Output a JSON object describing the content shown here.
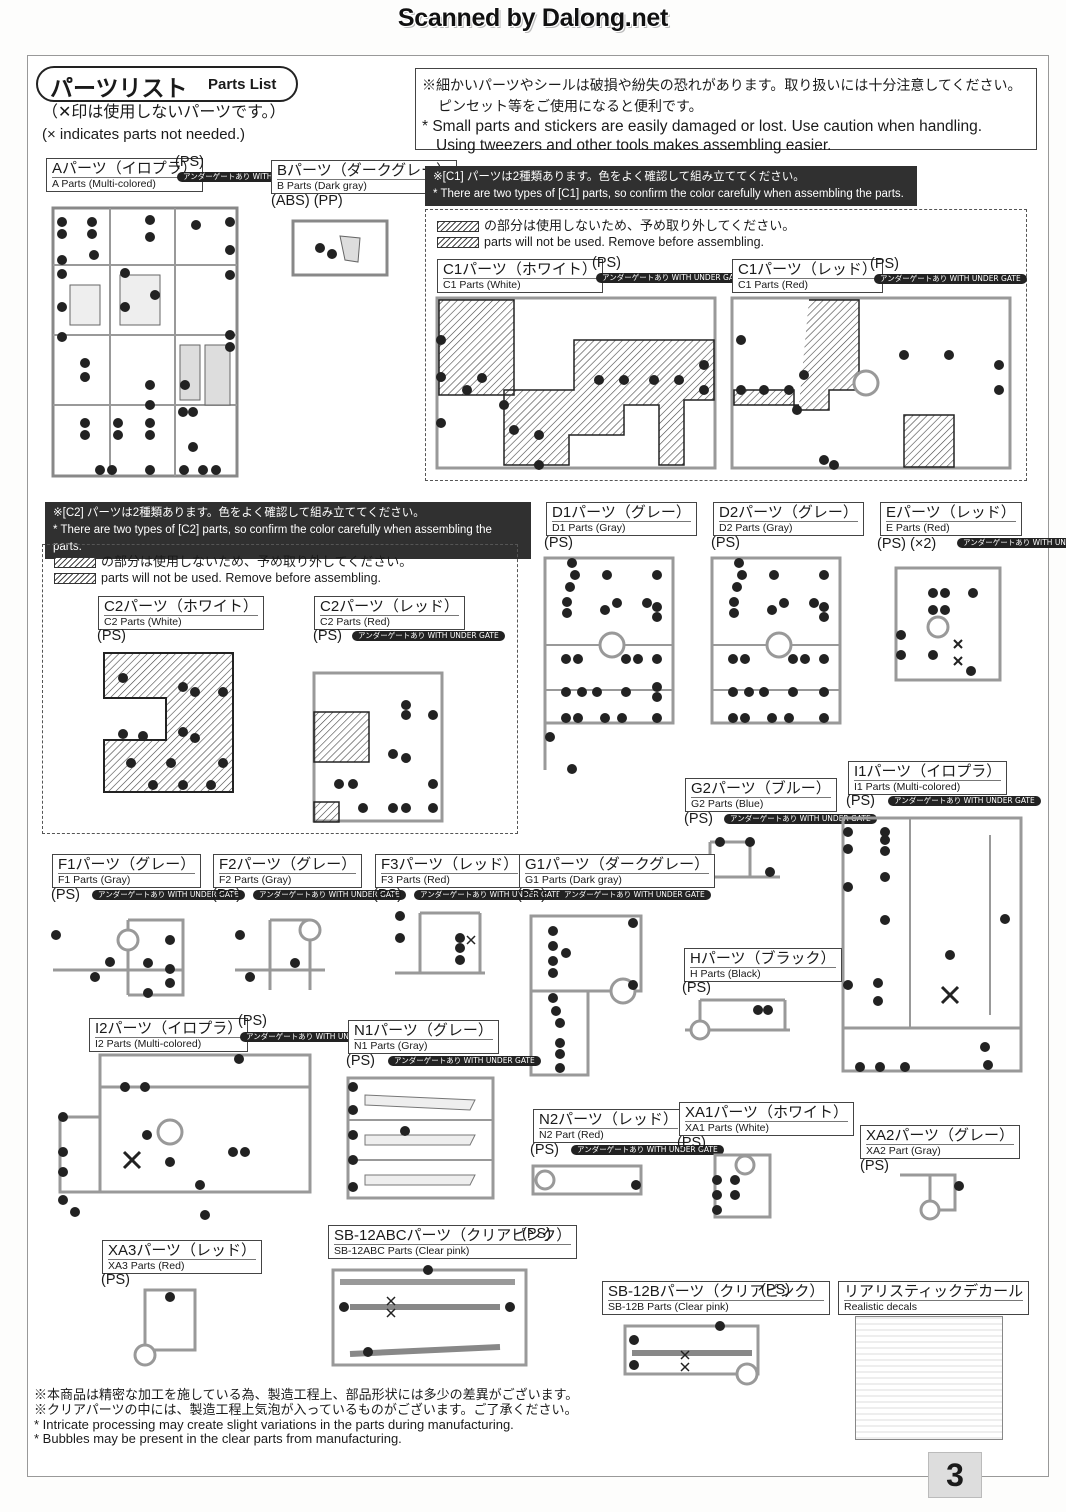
{
  "watermark": "Scanned by Dalong.net",
  "parts_list": {
    "title_jp": "パーツリスト",
    "title_en": "Parts List",
    "unused_note_jp": "（✕印は使用しないパーツです。）",
    "unused_note_en": "(× indicates parts not needed.)"
  },
  "caution": {
    "jp_1": "※細かいパーツやシールは破損や紛失の恐れがあります。取り扱いには十分注意してください。",
    "jp_2": "ピンセット等をご使用になると便利です。",
    "en_1": "* Small parts and stickers are easily damaged or lost. Use caution when handling.",
    "en_2": "Using tweezers and other tools makes assembling easier."
  },
  "c1_notice": {
    "jp": "※[C1] パーツは2種類あります。色をよく確認して組み立ててください。",
    "en": "* There are two types of [C1] parts, so confirm the color carefully when assembling the parts.",
    "hatch_jp": "の部分は使用しないため、予め取り外してください。",
    "hatch_en": "parts will not be used. Remove before assembling."
  },
  "c2_notice": {
    "jp": "※[C2] パーツは2種類あります。色をよく確認して組み立ててください。",
    "en": "* There are two types of [C2] parts, so confirm the color carefully when assembling the parts.",
    "hatch_jp": "の部分は使用しないため、予め取り外してください。",
    "hatch_en": "parts will not be used. Remove before assembling."
  },
  "under_gate": "アンダーゲートあり WITH UNDER GATE",
  "runners": {
    "A": {
      "jp": "Aパーツ（イロプラ）",
      "en": "A Parts (Multi-colored)",
      "mat": "(PS)"
    },
    "B": {
      "jp": "Bパーツ（ダークグレー）",
      "en": "B Parts (Dark gray)",
      "mat": "(ABS) (PP)"
    },
    "C1W": {
      "jp": "C1パーツ（ホワイト）",
      "en": "C1 Parts (White)",
      "mat": "(PS)"
    },
    "C1R": {
      "jp": "C1パーツ（レッド）",
      "en": "C1 Parts (Red)",
      "mat": "(PS)"
    },
    "C2W": {
      "jp": "C2パーツ（ホワイト）",
      "en": "C2 Parts (White)",
      "mat": "(PS)"
    },
    "C2R": {
      "jp": "C2パーツ（レッド）",
      "en": "C2 Parts (Red)",
      "mat": "(PS)"
    },
    "D1": {
      "jp": "D1パーツ（グレー）",
      "en": "D1 Parts (Gray)",
      "mat": "(PS)"
    },
    "D2": {
      "jp": "D2パーツ（グレー）",
      "en": "D2 Parts (Gray)",
      "mat": "(PS)"
    },
    "E": {
      "jp": "Eパーツ（レッド）",
      "en": "E Parts (Red)",
      "mat": "(PS) (×2)"
    },
    "G2": {
      "jp": "G2パーツ（ブルー）",
      "en": "G2 Parts (Blue)",
      "mat": "(PS)"
    },
    "I1": {
      "jp": "I1パーツ（イロプラ）",
      "en": "I1 Parts (Multi-colored)",
      "mat": "(PS)"
    },
    "F1": {
      "jp": "F1パーツ（グレー）",
      "en": "F1 Parts (Gray)",
      "mat": "(PS)"
    },
    "F2": {
      "jp": "F2パーツ（グレー）",
      "en": "F2 Parts (Gray)",
      "mat": "(PS)"
    },
    "F3": {
      "jp": "F3パーツ（レッド）",
      "en": "F3 Parts (Red)",
      "mat": "(PS)"
    },
    "G1": {
      "jp": "G1パーツ（ダークグレー）",
      "en": "G1 Parts (Dark gray)",
      "mat": "(PS)"
    },
    "H": {
      "jp": "Hパーツ（ブラック）",
      "en": "H Parts (Black)",
      "mat": "(PS)"
    },
    "I2": {
      "jp": "I2パーツ（イロプラ）",
      "en": "I2 Parts (Multi-colored)",
      "mat": "(PS)"
    },
    "N1": {
      "jp": "N1パーツ（グレー）",
      "en": "N1 Parts (Gray)",
      "mat": "(PS)"
    },
    "N2": {
      "jp": "N2パーツ（レッド）",
      "en": "N2 Part (Red)",
      "mat": "(PS)"
    },
    "XA1": {
      "jp": "XA1パーツ（ホワイト）",
      "en": "XA1 Parts (White)",
      "mat": "(PS)"
    },
    "XA2": {
      "jp": "XA2パーツ（グレー）",
      "en": "XA2 Part (Gray)",
      "mat": "(PS)"
    },
    "XA3": {
      "jp": "XA3パーツ（レッド）",
      "en": "XA3 Parts (Red)",
      "mat": "(PS)"
    },
    "SB12ABC": {
      "jp": "SB-12ABCパーツ（クリアピンク）",
      "en": "SB-12ABC Parts (Clear pink)",
      "mat": "(PS)"
    },
    "SB12B": {
      "jp": "SB-12Bパーツ（クリアピンク）",
      "en": "SB-12B Parts (Clear pink)",
      "mat": "(PS)"
    },
    "DECAL": {
      "jp": "リアリスティックデカール",
      "en": "Realistic decals"
    }
  },
  "footnotes": {
    "jp_1": "※本商品は精密な加工を施している為、製造工程上、部品形状には多少の差異がございます。",
    "jp_2": "※クリアパーツの中には、製造工程上気泡が入っているものがございます。ご了承ください。",
    "en_1": "* Intricate processing may create slight variations in the parts during manufacturing.",
    "en_2": "* Bubbles may be present in the clear parts from manufacturing."
  },
  "page_number": "3"
}
